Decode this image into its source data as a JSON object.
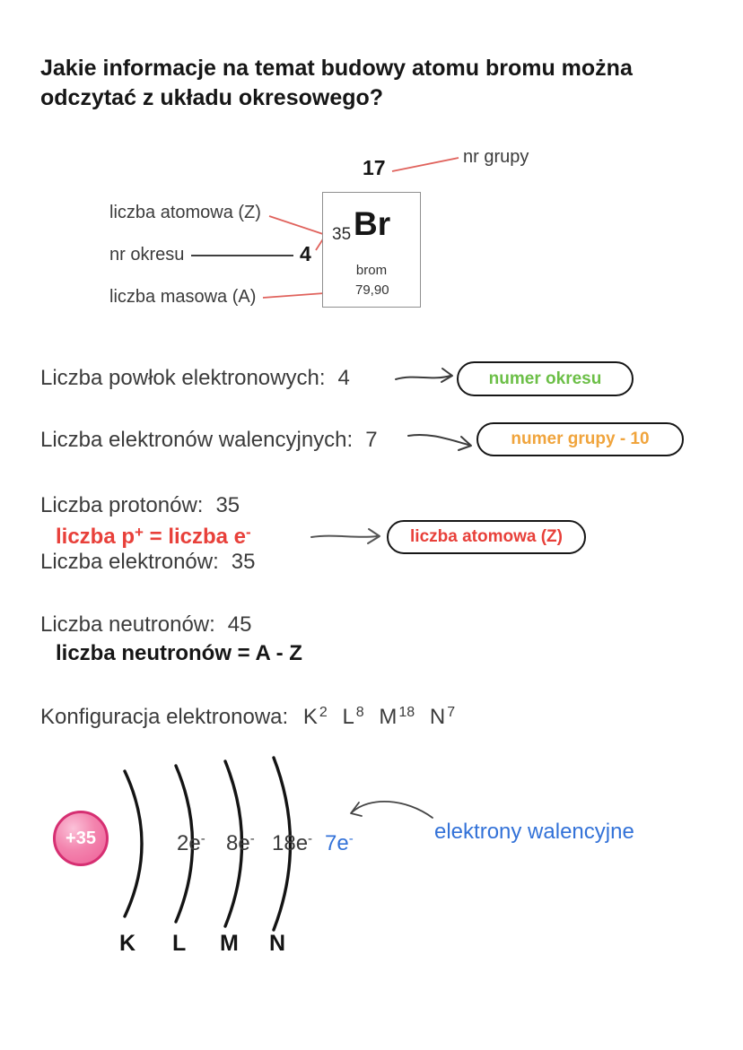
{
  "colors": {
    "accent_red": "#e8403a",
    "badge_green": "#6cbf47",
    "badge_orange": "#f0a43c",
    "accent_blue": "#3372d8",
    "nucleus_pink": "#ee5f97",
    "connector_red": "#e0625c"
  },
  "title": "Jakie informacje na temat budowy atomu bromu można odczytać z układu okresowego?",
  "element_card": {
    "group_number": "17",
    "group_label": "nr grupy",
    "atomic_number_label": "liczba atomowa (Z)",
    "period_label": "nr okresu",
    "period_number": "4",
    "mass_label": "liczba masowa (A)",
    "atomic_number": "35",
    "symbol": "Br",
    "name": "brom",
    "mass": "79,90"
  },
  "facts": {
    "shells": {
      "label": "Liczba powłok elektronowych:",
      "value": "4",
      "badge": "numer okresu"
    },
    "valence": {
      "label": "Liczba elektronów walencyjnych:",
      "value": "7",
      "badge": "numer grupy - 10"
    },
    "protons": {
      "label": "Liczba protonów:",
      "value": "35"
    },
    "proton_electron_rule": {
      "base1": "liczba p",
      "sup1": "+",
      "base2": " = liczba e",
      "sup2": "-"
    },
    "electrons": {
      "label": "Liczba elektronów:",
      "value": "35",
      "badge": "liczba atomowa (Z)"
    },
    "neutrons": {
      "label": "Liczba neutronów:",
      "value": "45",
      "rule": "liczba neutronów = A - Z"
    },
    "configuration": {
      "label": "Konfiguracja elektronowa:",
      "shells": [
        {
          "letter": "K",
          "count": "2"
        },
        {
          "letter": "L",
          "count": "8"
        },
        {
          "letter": "M",
          "count": "18"
        },
        {
          "letter": "N",
          "count": "7"
        }
      ]
    }
  },
  "diagram": {
    "nucleus_label": "+35",
    "shells": [
      {
        "letter": "K",
        "electrons": "2e",
        "sup": "-"
      },
      {
        "letter": "L",
        "electrons": "8e",
        "sup": "-"
      },
      {
        "letter": "M",
        "electrons": "18e",
        "sup": "-"
      },
      {
        "letter": "N",
        "electrons": "7e",
        "sup": "-"
      }
    ],
    "valence_label": "elektrony walencyjne"
  }
}
